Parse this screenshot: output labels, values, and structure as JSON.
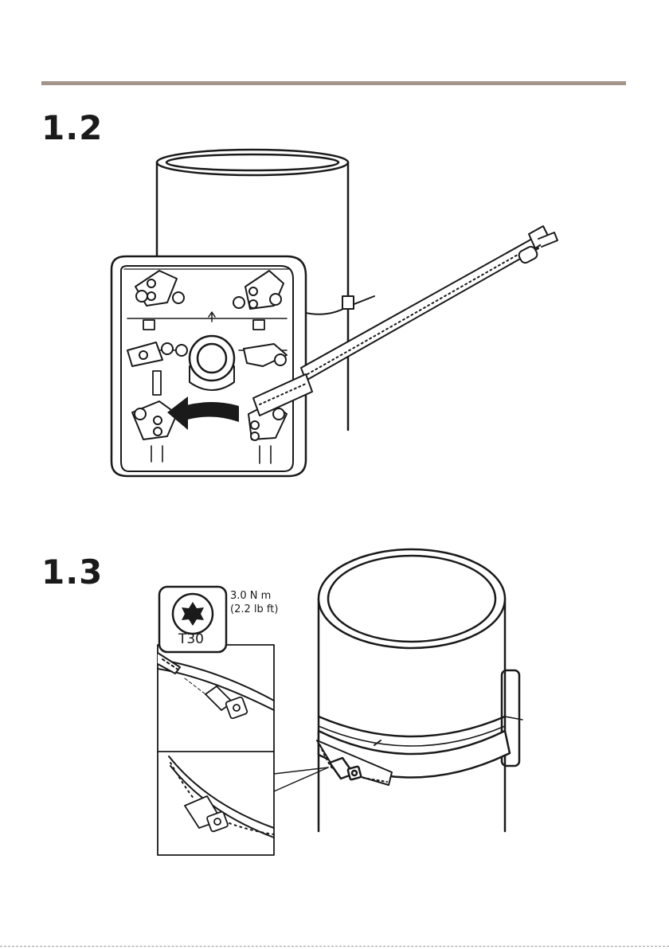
{
  "page": {
    "steps": [
      {
        "id": "1.2",
        "label": "1.2"
      },
      {
        "id": "1.3",
        "label": "1.3"
      }
    ]
  },
  "tool": {
    "bit": "T30",
    "torque_metric": "3.0 N m",
    "torque_imperial": "(2.2 lb ft)",
    "icon": "torx-bit-icon"
  },
  "illustrations": {
    "step_1_2": "box-bracket-pole-strap-illustration",
    "step_1_3": "pole-clamp-tightening-illustration"
  },
  "colors": {
    "rule": "#a3948a",
    "ink": "#1a1a1a"
  }
}
